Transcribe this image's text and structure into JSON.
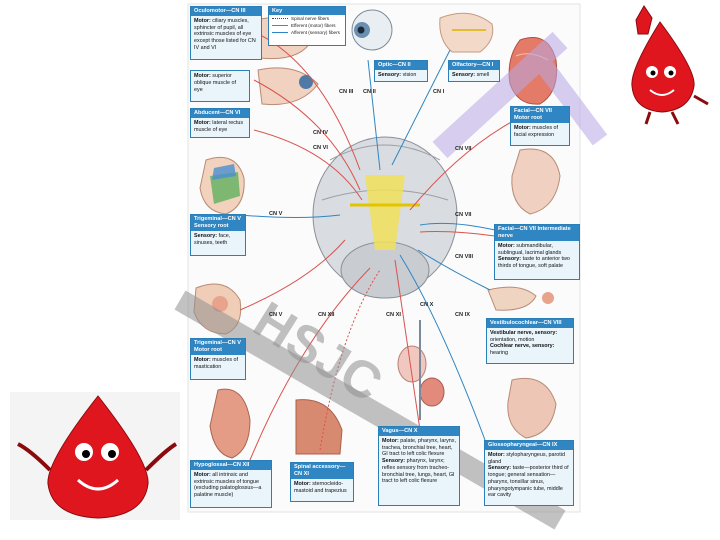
{
  "key": {
    "title": "Key",
    "items": [
      {
        "label": "Spinal nerve fibers",
        "color": "#444444",
        "style": "dotted"
      },
      {
        "label": "Efferent (motor) fibers",
        "color": "#d9534f",
        "style": "solid"
      },
      {
        "label": "Afferent (sensory) fibers",
        "color": "#2f86c3",
        "style": "solid"
      }
    ]
  },
  "boxes": [
    {
      "id": "oculomotor",
      "title": "Oculomotor—CN III",
      "lines": [
        {
          "b": "Motor:",
          "t": " ciliary muscles, sphincter of pupil, all extrinsic muscles of eye except those listed for CN IV and VI"
        }
      ]
    },
    {
      "id": "trochlear",
      "title": "",
      "lines": [
        {
          "b": "Motor:",
          "t": " superior oblique muscle of eye"
        }
      ]
    },
    {
      "id": "abducent",
      "title": "Abducent—CN VI",
      "lines": [
        {
          "b": "Motor:",
          "t": " lateral rectus muscle of eye"
        }
      ]
    },
    {
      "id": "trigeminal-sensory",
      "title": "Trigeminal—CN V Sensory root",
      "lines": [
        {
          "b": "Sensory:",
          "t": " face, sinuses, teeth"
        }
      ]
    },
    {
      "id": "trigeminal-motor",
      "title": "Trigeminal—CN V Motor root",
      "lines": [
        {
          "b": "Motor:",
          "t": " muscles of mastication"
        }
      ]
    },
    {
      "id": "hypoglossal",
      "title": "Hypoglossal—CN XII",
      "lines": [
        {
          "b": "Motor:",
          "t": " all intrinsic and extrinsic muscles of tongue (excluding palatoglossus—a palatine muscle)"
        }
      ]
    },
    {
      "id": "spinal-accessory",
      "title": "Spinal accessory—CN XI",
      "lines": [
        {
          "b": "Motor:",
          "t": " sternocleido-mastoid and trapezius"
        }
      ]
    },
    {
      "id": "vagus",
      "title": "Vagus—CN X",
      "lines": [
        {
          "b": "Motor:",
          "t": " palate, pharynx, larynx, trachea, bronchial tree, heart, GI tract to left colic flexure"
        },
        {
          "b": "Sensory:",
          "t": " pharynx, larynx; reflex sensory from tracheo-bronchial tree, lungs, heart, GI tract to left colic flexure"
        }
      ]
    },
    {
      "id": "glossopharyngeal",
      "title": "Glossopharyngeal—CN IX",
      "lines": [
        {
          "b": "Motor:",
          "t": " stylopharyngeus, parotid gland"
        },
        {
          "b": "Sensory:",
          "t": " taste—posterior third of tongue; general sensation—pharynx, tonsillar sinus, pharyngotympanic tube, middle ear cavity"
        }
      ]
    },
    {
      "id": "vestibulocochlear",
      "title": "Vestibulocochlear—CN VIII",
      "lines": [
        {
          "b": "Vestibular nerve, sensory:",
          "t": " orientation, motion"
        },
        {
          "b": "Cochlear nerve, sensory:",
          "t": " hearing"
        }
      ]
    },
    {
      "id": "facial-intermediate",
      "title": "Facial—CN VII Intermediate nerve",
      "lines": [
        {
          "b": "Motor:",
          "t": " submandibular, sublingual, lacrimal glands"
        },
        {
          "b": "Sensory:",
          "t": " taste to anterior two thirds of tongue, soft palate"
        }
      ]
    },
    {
      "id": "facial-motor",
      "title": "Facial—CN VII Motor root",
      "lines": [
        {
          "b": "Motor:",
          "t": " muscles of facial expression"
        }
      ]
    },
    {
      "id": "olfactory",
      "title": "Olfactory—CN I",
      "lines": [
        {
          "b": "Sensory:",
          "t": " smell"
        }
      ]
    },
    {
      "id": "optic",
      "title": "Optic—CN II",
      "lines": [
        {
          "b": "Sensory:",
          "t": " vision"
        }
      ]
    }
  ],
  "labels": [
    "CN III",
    "CN II",
    "CN I",
    "CN IV",
    "CN VI",
    "CN VII",
    "CN V",
    "CN VII",
    "CN VIII",
    "CN V",
    "CN XII",
    "CN XI",
    "CN X",
    "CN IX"
  ],
  "watermark": "HSJC",
  "colors": {
    "accent": "#2f86c3",
    "motor": "#d9534f",
    "sensory": "#2f86c3",
    "drop": "#e0161e",
    "watermark": "#8f8f8f",
    "watermark2": "#b9a7e6"
  }
}
